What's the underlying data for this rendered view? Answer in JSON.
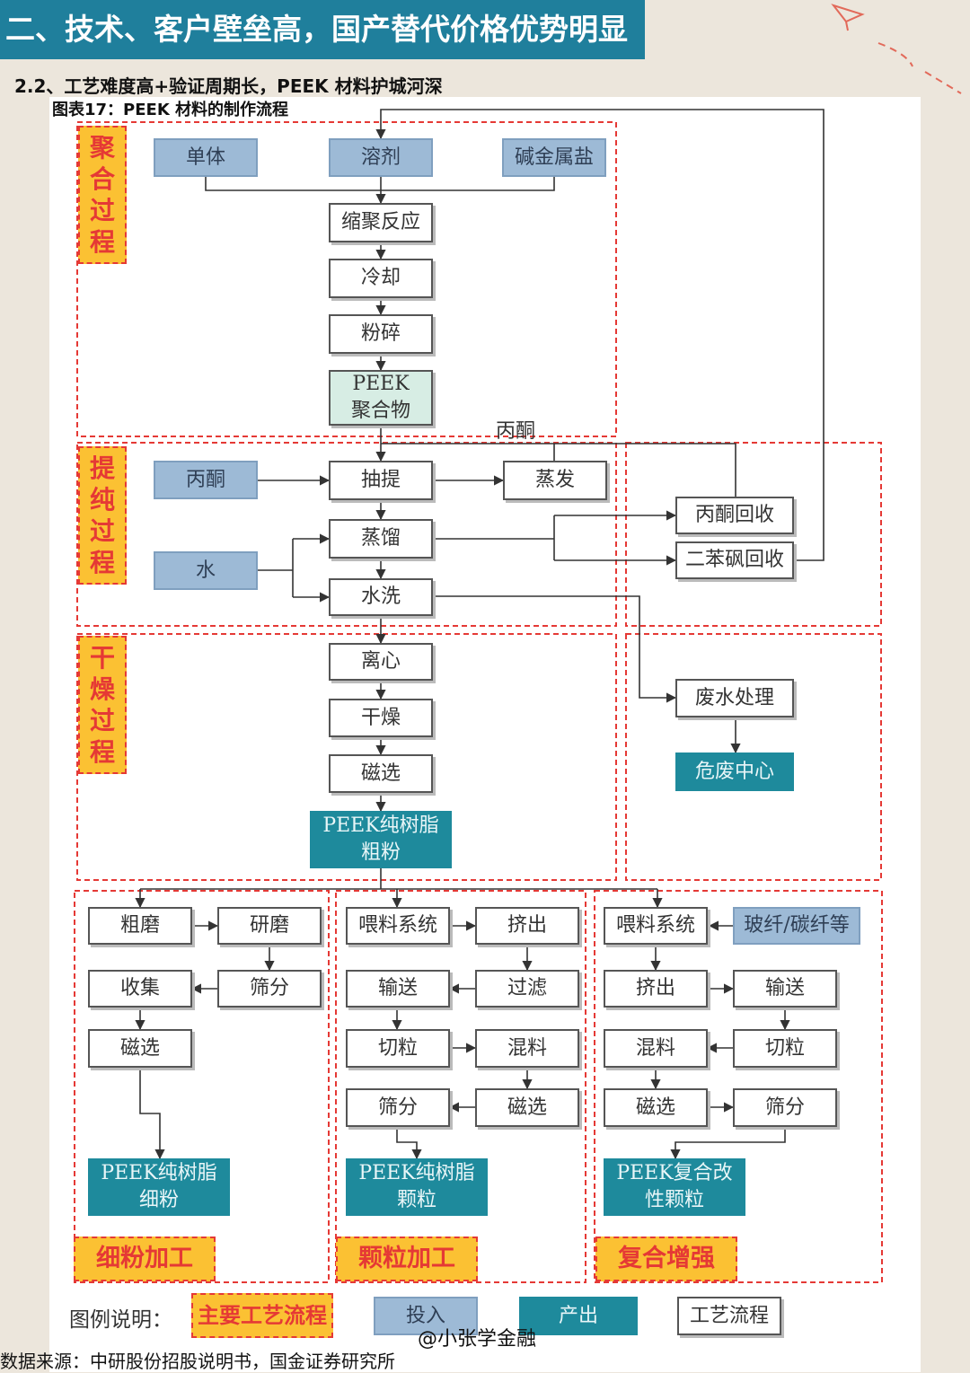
{
  "header": {
    "banner": "二、技术、客户壁垒高，国产替代价格优势明显",
    "subtitle": "2.2、工艺难度高+验证周期长，PEEK 材料护城河深",
    "figure_title": "图表17：PEEK 材料的制作流程"
  },
  "stages": {
    "polymerization": "聚合过程",
    "purification": "提纯过程",
    "drying": "干燥过程",
    "fine_powder": "细粉加工",
    "granule": "颗粒加工",
    "composite": "复合增强"
  },
  "polymerization": {
    "monomer": "单体",
    "solvent": "溶剂",
    "alkali_salt": "碱金属盐",
    "polycondensation": "缩聚反应",
    "cooling": "冷却",
    "crushing": "粉碎",
    "peek_polymer_line1": "PEEK",
    "peek_polymer_line2": "聚合物"
  },
  "purification": {
    "acetone_label": "丙酮",
    "acetone_input": "丙酮",
    "water_input": "水",
    "extraction": "抽提",
    "evaporation": "蒸发",
    "distillation": "蒸馏",
    "water_wash": "水洗",
    "acetone_recovery": "丙酮回收",
    "diphenyl_sulfone_recovery": "二苯砜回收"
  },
  "drying": {
    "centrifuge": "离心",
    "dry": "干燥",
    "magnetic_sep": "磁选",
    "output_line1": "PEEK纯树脂",
    "output_line2": "粗粉"
  },
  "waste": {
    "wastewater": "废水处理",
    "hazardous_center": "危废中心"
  },
  "fine_powder": {
    "coarse_grind": "粗磨",
    "fine_grind": "研磨",
    "collect": "收集",
    "sieve": "筛分",
    "magnetic_sep": "磁选",
    "output_line1": "PEEK纯树脂",
    "output_line2": "细粉"
  },
  "granule": {
    "feeding": "喂料系统",
    "extrude": "挤出",
    "convey": "输送",
    "filter": "过滤",
    "pelletize": "切粒",
    "mix": "混料",
    "sieve": "筛分",
    "magnetic_sep": "磁选",
    "output_line1": "PEEK纯树脂",
    "output_line2": "颗粒"
  },
  "composite": {
    "feeding": "喂料系统",
    "fiber_input": "玻纤/碳纤等",
    "extrude": "挤出",
    "convey": "输送",
    "mix": "混料",
    "pelletize": "切粒",
    "magnetic_sep": "磁选",
    "sieve": "筛分",
    "output_line1": "PEEK复合改",
    "output_line2": "性颗粒"
  },
  "legend": {
    "title": "图例说明：",
    "main_process": "主要工艺流程",
    "input": "投入",
    "output": "产出",
    "process": "工艺流程"
  },
  "footer": {
    "source": "数据来源：中研股份招股说明书，国金证券研究所",
    "watermark": "@小张学金融"
  }
}
